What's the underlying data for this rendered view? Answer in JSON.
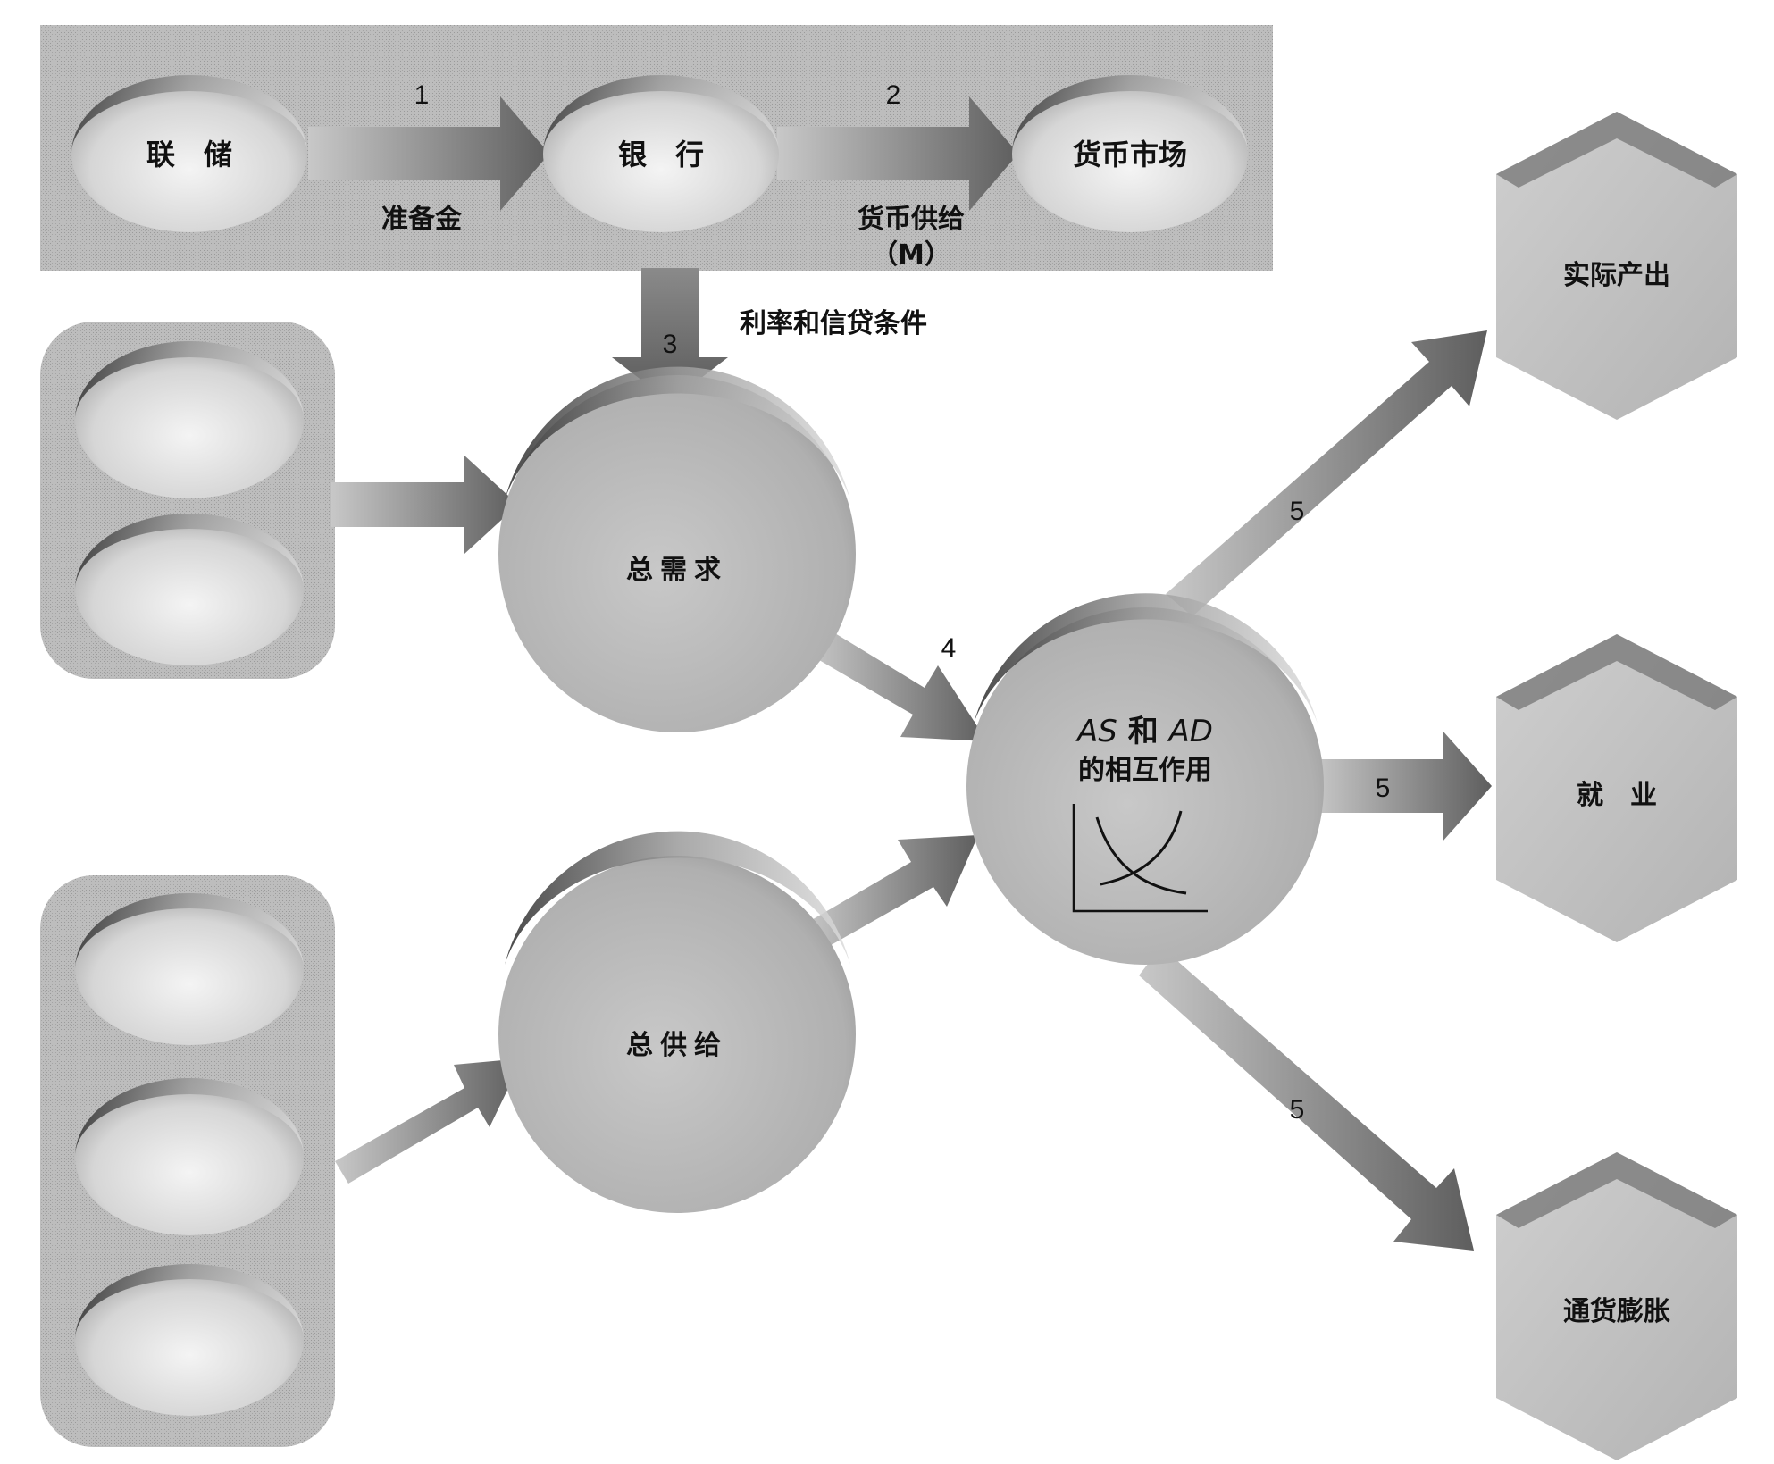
{
  "colors": {
    "panel": "#b9b9b9",
    "node_fill": "#b3b3b3",
    "arrow_dark": "#6c6c6c",
    "arrow_light": "#c2c2c2",
    "text": "#111111"
  },
  "top_row": {
    "fed": "联　储",
    "banks": "银　行",
    "money_market": "货币市场",
    "step1": "1",
    "reserves": "准备金",
    "step2": "2",
    "money_supply_line1": "货币供给",
    "money_supply_line2": "（M）"
  },
  "step3": "3",
  "interest_credit": "利率和信贷条件",
  "aggregate_demand": "总需求",
  "aggregate_supply": "总供给",
  "step4": "4",
  "interaction": {
    "line1_as": "AS",
    "line1_and": "和",
    "line1_ad": "AD",
    "line2": "的相互作用"
  },
  "outcomes": {
    "step5_output": "5",
    "step5_employment": "5",
    "step5_inflation": "5",
    "real_output": "实际产出",
    "employment": "就　业",
    "inflation": "通货膨胀"
  }
}
